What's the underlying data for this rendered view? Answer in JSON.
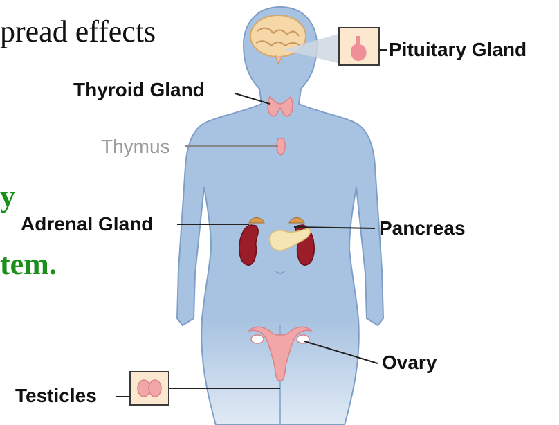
{
  "slide": {
    "line1": "pread effects",
    "line2": "y",
    "line3": "tem."
  },
  "labels": {
    "pituitary": "Pituitary Gland",
    "thyroid": "Thyroid Gland",
    "thymus": "Thymus",
    "adrenal": "Adrenal Gland",
    "pancreas": "Pancreas",
    "ovary": "Ovary",
    "testicles": "Testicles"
  },
  "colors": {
    "body": "#a8c3e1",
    "body_outline": "#7f9fc8",
    "gland_pink": "#f1a6a8",
    "kidney": "#9b1d2a",
    "pancreas": "#f6e5b4",
    "green_text": "#1a8f1a",
    "thymus_label": "#9a9a9a"
  }
}
